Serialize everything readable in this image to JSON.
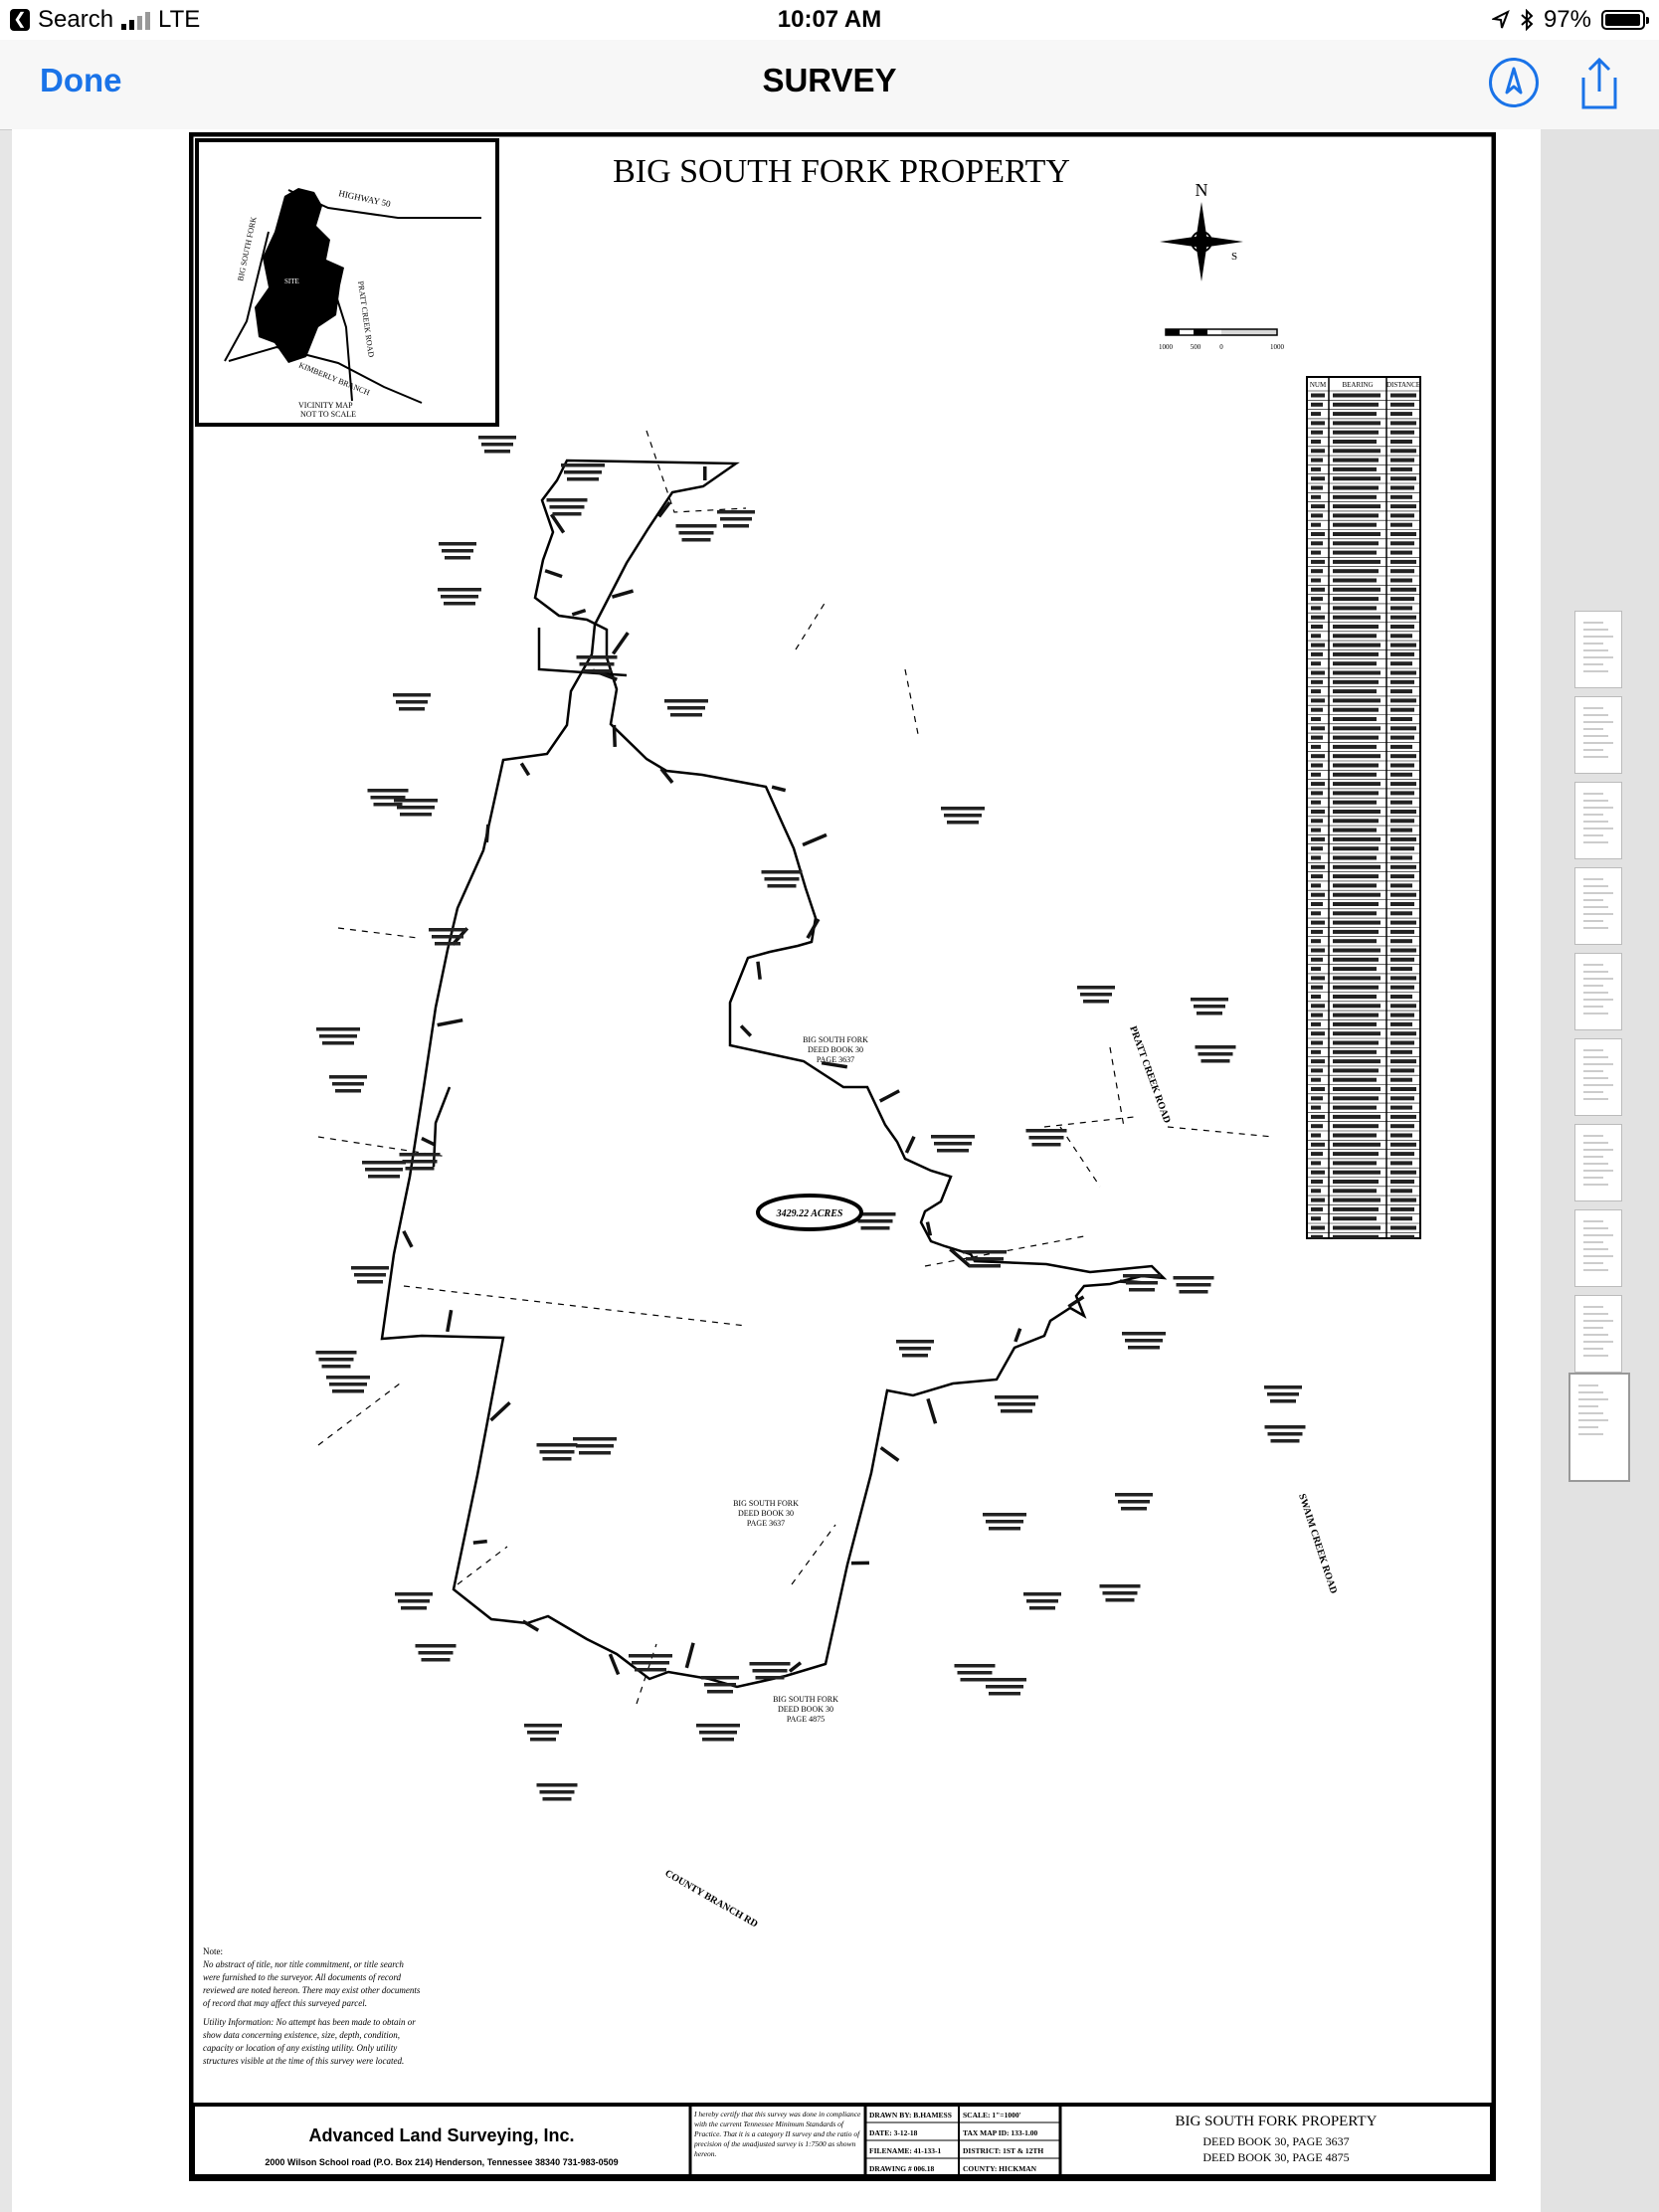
{
  "status": {
    "carrier_back": "Search",
    "network": "LTE",
    "time": "10:07 AM",
    "battery": "97%",
    "battery_level": 0.97
  },
  "nav": {
    "done_label": "Done",
    "title": "SURVEY"
  },
  "map": {
    "title": "BIG SOUTH FORK PROPERTY",
    "north": "N",
    "scale_labels": [
      "1000",
      "500",
      "0",
      "1000"
    ],
    "vicinity": {
      "highway": "HIGHWAY 50",
      "road_left": "BIG SOUTH FORK",
      "road_right": "PRATT CREEK ROAD",
      "road_bottom": "KIMBERLY BRANCH",
      "site": "SITE",
      "caption1": "VICINITY MAP",
      "caption2": "NOT TO SCALE"
    },
    "acres": "3429.22 ACRES",
    "labels": {
      "center1": [
        "BIG SOUTH FORK",
        "DEED BOOK 30",
        "PAGE 3637"
      ],
      "center2": [
        "BIG SOUTH FORK",
        "DEED BOOK 30",
        "PAGE 3637"
      ],
      "center3": [
        "BIG SOUTH FORK",
        "DEED BOOK 30",
        "PAGE 4875"
      ],
      "creek": "PRATT CREEK ROAD",
      "branch": "COUNTY BRANCH RD",
      "swaim": "SWAIM CREEK ROAD"
    },
    "table_header": [
      "NUM",
      "BEARING",
      "DISTANCE"
    ],
    "note": {
      "heading": "Note:",
      "text1": "No abstract of title, nor title commitment, or title search were furnished to the surveyor. All documents of record reviewed are noted hereon. There may exist other documents of record that may affect this surveyed parcel.",
      "text2": "Utility Information: No attempt has been made to obtain or show data concerning existence, size, depth, condition, capacity or location of any existing utility. Only utility structures visible at the time of this survey were located."
    },
    "titleblock": {
      "company": "Advanced Land Surveying, Inc.",
      "address": "2000 Wilson School road (P.O. Box 214)   Henderson, Tennessee  38340   731-983-0509",
      "cert": "I hereby certify that this survey was done in compliance with the current Tennessee Minimum Standards of Practice. That it is a category II survey and the ratio of precision of the unadjusted survey is 1:7500 as shown hereon.",
      "drawn_by": "DRAWN BY: B.HAMESS",
      "date": "DATE: 3-12-18",
      "filename": "FILENAME: 41-133-1",
      "drawing": "DRAWING # 006.18",
      "scale": "SCALE: 1\"=1000'",
      "taxmap": "TAX MAP ID: 133-1.00",
      "district": "DISTRICT: 1ST & 12TH",
      "county": "COUNTY: HICKMAN",
      "prop_title": "BIG SOUTH FORK PROPERTY",
      "deed1": "DEED BOOK 30, PAGE 3637",
      "deed2": "DEED BOOK 30, PAGE 4875"
    }
  },
  "thumbnails": {
    "count": 10,
    "selected": 9
  }
}
